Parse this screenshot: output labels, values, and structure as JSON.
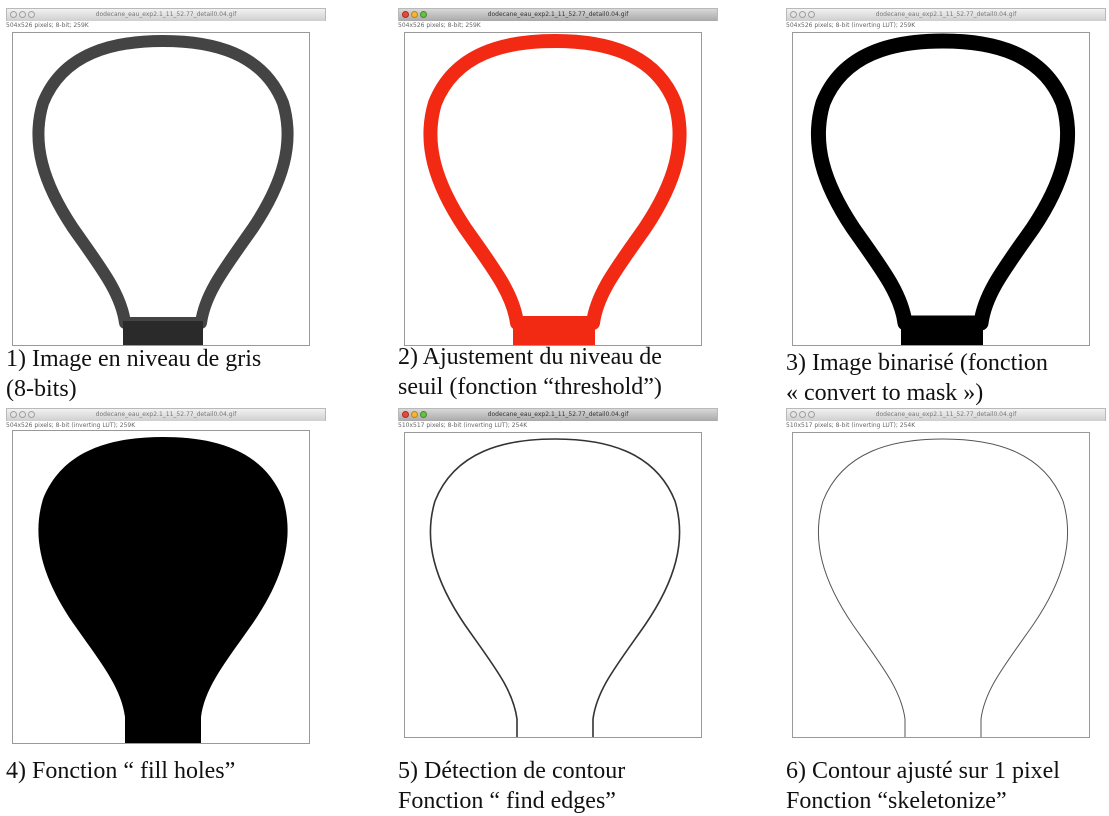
{
  "windows": [
    {
      "title": "dodecane_eau_exp2.1_11_52.77_detail0.04.gif",
      "info": "504x526 pixels; 8-bit; 259K",
      "active": false,
      "caption": "1) Image  en niveau de gris\n(8-bits)"
    },
    {
      "title": "dodecane_eau_exp2.1_11_52.77_detail0.04.gif",
      "info": "504x526 pixels; 8-bit; 259K",
      "active": true,
      "caption": "2) Ajustement  du niveau de\nseuil (fonction “threshold”)"
    },
    {
      "title": "dodecane_eau_exp2.1_11_52.77_detail0.04.gif",
      "info": "504x526 pixels; 8-bit (inverting LUT); 259K",
      "active": false,
      "caption": "3) Image binarisé (fonction\n« convert to mask »)"
    },
    {
      "title": "dodecane_eau_exp2.1_11_52.77_detail0.04.gif",
      "info": "504x526 pixels; 8-bit (inverting LUT); 259K",
      "active": false,
      "caption": "4) Fonction “ fill holes”"
    },
    {
      "title": "dodecane_eau_exp2.1_11_52.77_detail0.04.gif",
      "info": "510x517 pixels; 8-bit (inverting LUT); 254K",
      "active": true,
      "caption": "5) Détection de contour\nFonction “ find edges”"
    },
    {
      "title": "dodecane_eau_exp2.1_11_52.77_detail0.04.gif",
      "info": "510x517 pixels; 8-bit (inverting LUT); 254K",
      "active": false,
      "caption": "6) Contour ajusté sur 1 pixel\nFonction “skeletonize”"
    }
  ]
}
